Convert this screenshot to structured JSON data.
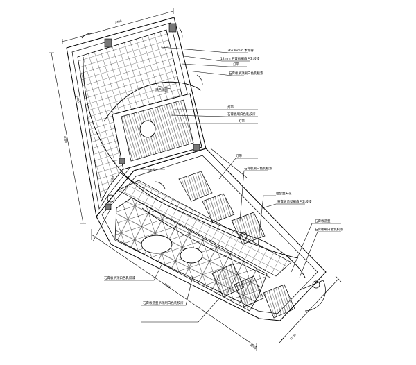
{
  "labels": [
    "36x36mm 木龙骨",
    "12mm 石膏板刷白色乳胶漆",
    "灯带",
    "石膏板吊顶刷白色乳胶漆",
    "黑色镜面",
    "灯带",
    "石膏板刷白色乳胶漆",
    "灯带",
    "灯带",
    "石膏板刷白色乳胶漆",
    "铝合金天花",
    "石膏板造型刷白色乳胶漆",
    "石膏板造型",
    "石膏板刷白色乳胶漆",
    "石膏板吊顶白色乳胶漆",
    "石膏板造型吊顶刷白色乳胶漆"
  ],
  "dimensions": [
    "3400",
    "4000",
    "3200",
    "4200",
    "1000",
    "1200",
    "3800",
    "2400"
  ]
}
